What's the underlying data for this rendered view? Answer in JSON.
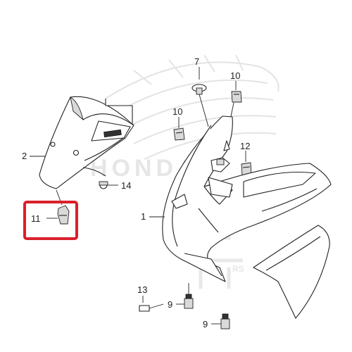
{
  "diagram": {
    "background_brand_text": "HONDA",
    "watermark_text": "RS",
    "highlight_color": "#d9202a",
    "callouts": {
      "c1": "1",
      "c2": "2",
      "c7": "7",
      "c9a": "9",
      "c9b": "9",
      "c10a": "10",
      "c10b": "10",
      "c11": "11",
      "c12": "12",
      "c13": "13",
      "c14": "14"
    }
  }
}
